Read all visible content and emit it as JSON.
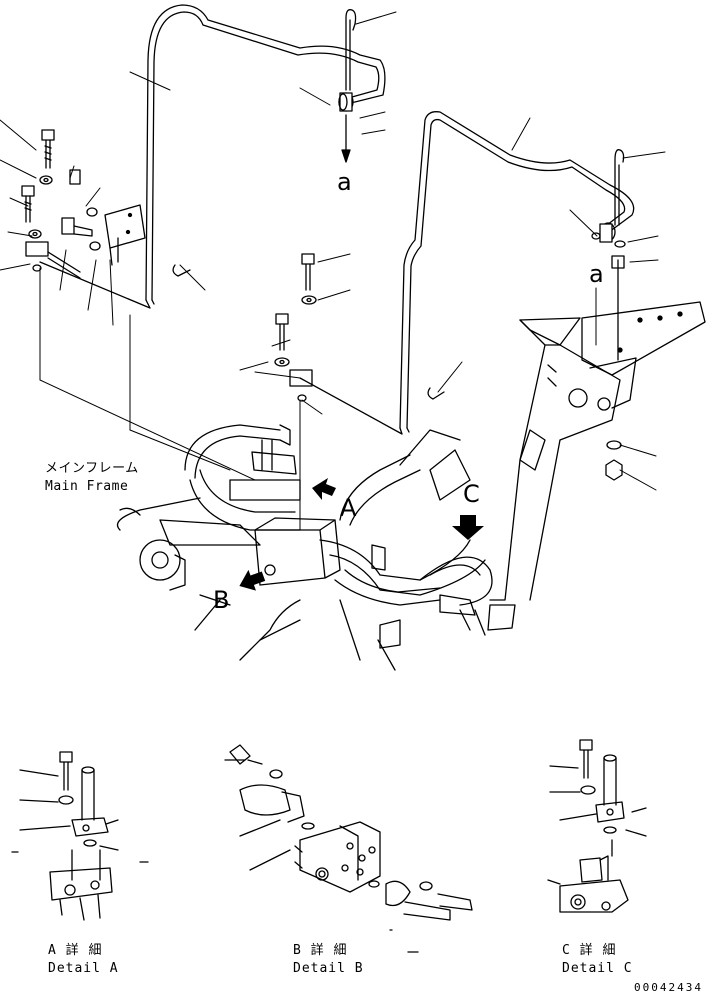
{
  "callouts": {
    "a_top": "a",
    "a_right": "a",
    "A": "A",
    "B": "B",
    "C": "C"
  },
  "main_frame": {
    "ja": "メインフレーム",
    "en": "Main Frame"
  },
  "details": {
    "a": {
      "ja": "A 詳 細",
      "en": "Detail A"
    },
    "b": {
      "ja": "B 詳 細",
      "en": "Detail B"
    },
    "c": {
      "ja": "C 詳 細",
      "en": "Detail C"
    }
  },
  "part_number": "00042434"
}
